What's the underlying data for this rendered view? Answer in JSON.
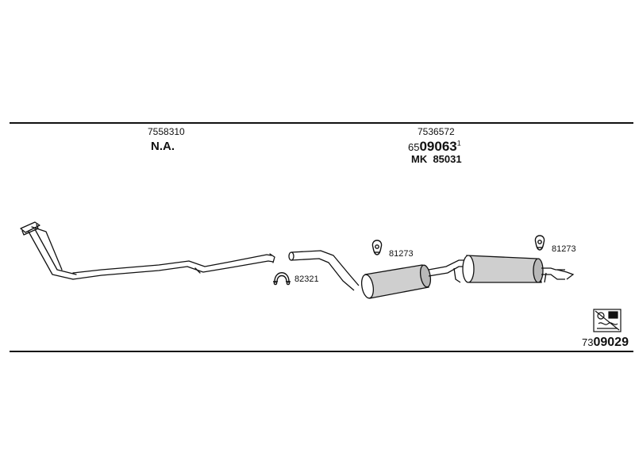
{
  "sections": {
    "front": {
      "part_number": "7558310",
      "label": "N.A."
    },
    "rear": {
      "part_number": "7536572",
      "code_prefix": "65",
      "code_main": "09063",
      "code_suffix": "1",
      "kit_prefix": "MK",
      "kit_number": "85031"
    }
  },
  "components": {
    "clamp": {
      "label": "82321",
      "icon": "clamp-icon"
    },
    "hanger_middle": {
      "label": "81273",
      "icon": "rubber-hanger-icon"
    },
    "hanger_rear": {
      "label": "81273",
      "icon": "rubber-hanger-icon"
    }
  },
  "footer": {
    "catalog_prefix": "73",
    "catalog_main": "09029",
    "logo_icon": "manufacturer-logo-icon"
  },
  "colors": {
    "ink": "#111111",
    "background": "#ffffff"
  }
}
